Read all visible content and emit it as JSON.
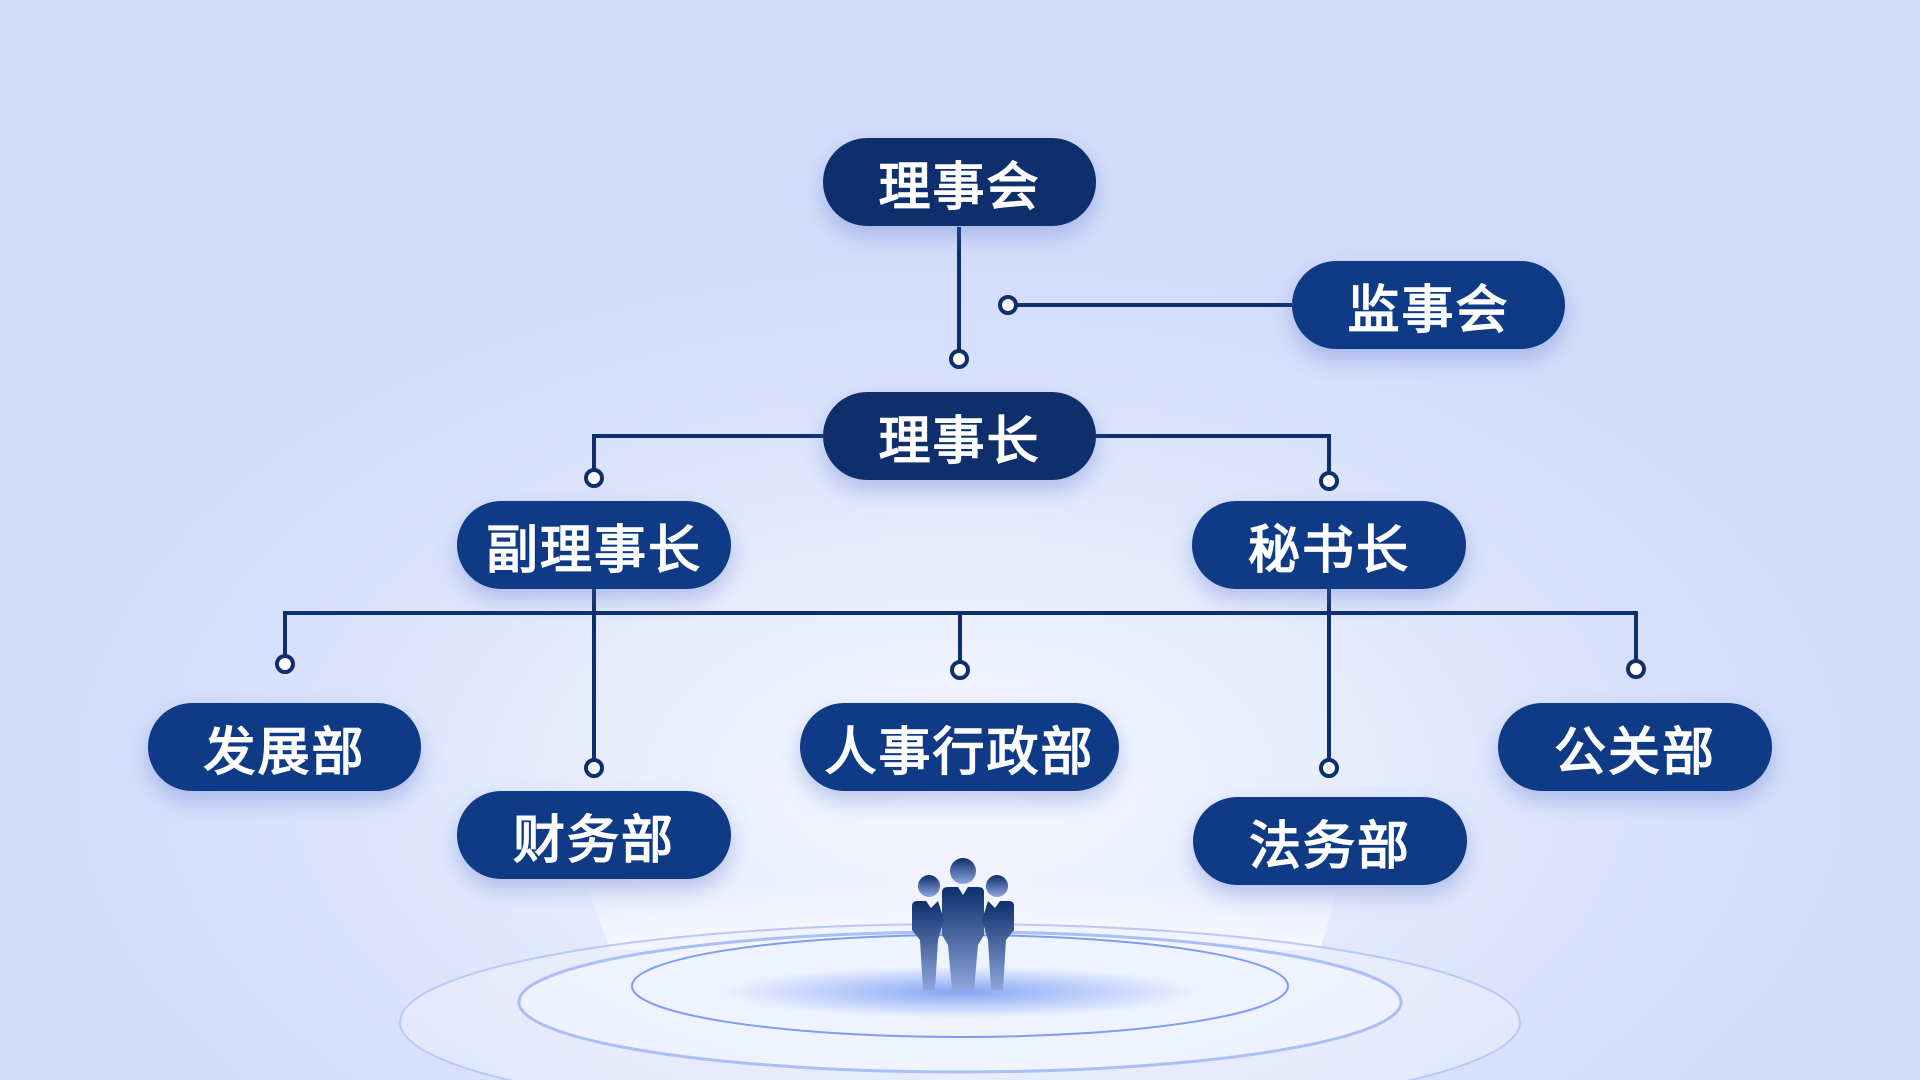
{
  "nodes": {
    "board": "理事会",
    "supervisors": "监事会",
    "chairman": "理事长",
    "vice_chairman": "副理事长",
    "secretary_general": "秘书长",
    "development": "发展部",
    "finance": "财务部",
    "hr_admin": "人事行政部",
    "legal": "法务部",
    "public_relations": "公关部"
  },
  "colors": {
    "node": "#0f3a86",
    "line": "#0e2f6b",
    "background": "#d7e0fc"
  },
  "icons": {
    "team": "people-group-icon"
  }
}
